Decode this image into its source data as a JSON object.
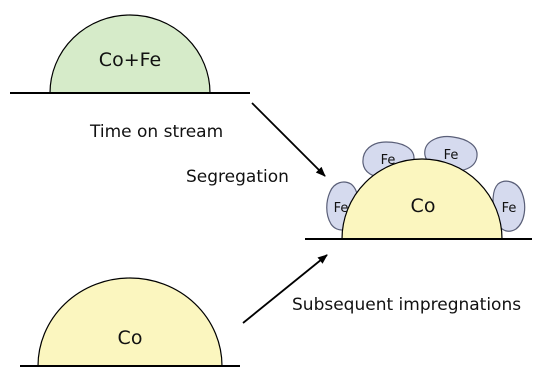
{
  "labels": {
    "alloy_particle": "Co+Fe",
    "segregated_core": "Co",
    "segregated_shell": [
      "Fe",
      "Fe",
      "Fe",
      "Fe"
    ],
    "cobalt_particle": "Co",
    "arrow_top_caption": "Time on stream",
    "segregation_caption": "Segregation",
    "arrow_bottom_caption": "Subsequent impregnations"
  },
  "colors": {
    "alloy_fill": "#d6ebc9",
    "cobalt_fill": "#fbf6bf",
    "iron_fill": "#d5daee",
    "outline": "#000000",
    "iron_outline": "#5a5f78"
  }
}
